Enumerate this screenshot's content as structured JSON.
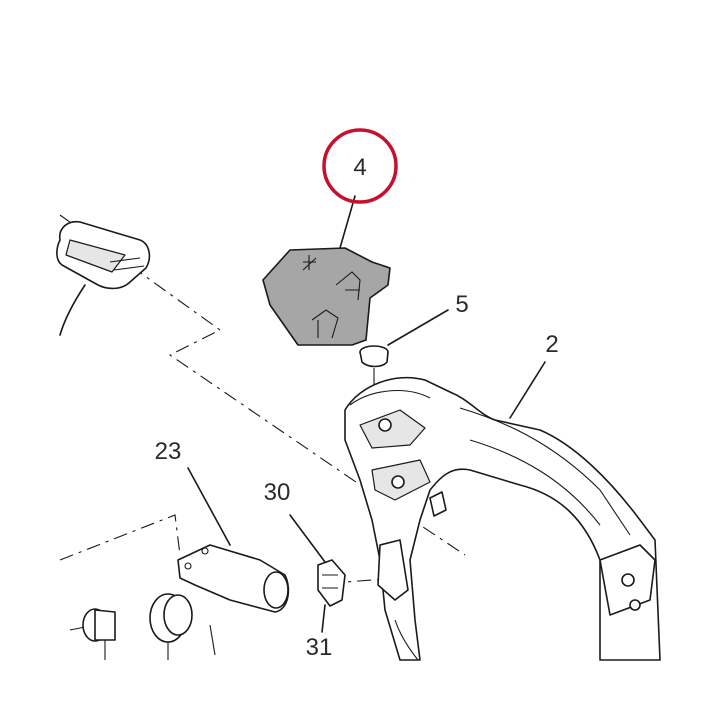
{
  "callouts": {
    "part_4": "4",
    "part_5": "5",
    "part_2": "2",
    "part_23": "23",
    "part_30": "30",
    "part_31": "31"
  },
  "highlight": {
    "target": "4",
    "color": "#c8102e"
  },
  "colors": {
    "highlighted_part_fill": "#a6a6a6",
    "linework": "#1a1a1a"
  }
}
